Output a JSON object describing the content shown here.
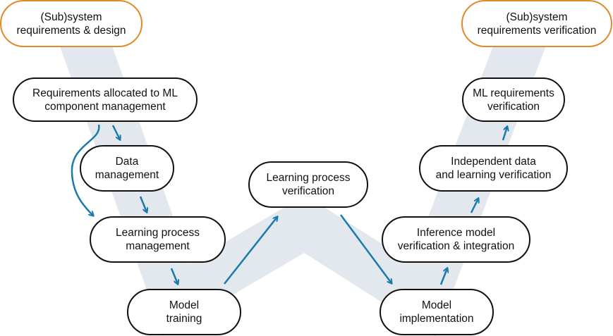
{
  "colors": {
    "band": "#e3e8ef",
    "arrow": "#1a7aab",
    "system_border": "#e08a2a",
    "node_border": "#111111"
  },
  "nodes": [
    {
      "id": "sys-design",
      "label": "(Sub)system\nrequirements & design",
      "kind": "system"
    },
    {
      "id": "req-ml",
      "label": "Requirements allocated to ML\ncomponent management",
      "kind": "step"
    },
    {
      "id": "data-mgmt",
      "label": "Data\nmanagement",
      "kind": "step"
    },
    {
      "id": "learn-mgmt",
      "label": "Learning process\nmanagement",
      "kind": "step"
    },
    {
      "id": "model-train",
      "label": "Model\ntraining",
      "kind": "step"
    },
    {
      "id": "learn-verif",
      "label": "Learning process\nverification",
      "kind": "step"
    },
    {
      "id": "model-impl",
      "label": "Model\nimplementation",
      "kind": "step"
    },
    {
      "id": "infer-verif",
      "label": "Inference model\nverification & integration",
      "kind": "step"
    },
    {
      "id": "indep-verif",
      "label": "Independent data\nand learning verification",
      "kind": "step"
    },
    {
      "id": "ml-req-verif",
      "label": "ML requirements\nverification",
      "kind": "step"
    },
    {
      "id": "sys-verif",
      "label": "(Sub)system\nrequirements verification",
      "kind": "system"
    }
  ],
  "edges": [
    {
      "from": "req-ml",
      "to": "data-mgmt"
    },
    {
      "from": "req-ml",
      "to": "learn-mgmt"
    },
    {
      "from": "data-mgmt",
      "to": "learn-mgmt"
    },
    {
      "from": "learn-mgmt",
      "to": "model-train"
    },
    {
      "from": "model-train",
      "to": "learn-verif"
    },
    {
      "from": "learn-verif",
      "to": "model-impl"
    },
    {
      "from": "model-impl",
      "to": "infer-verif"
    },
    {
      "from": "infer-verif",
      "to": "indep-verif"
    },
    {
      "from": "indep-verif",
      "to": "ml-req-verif"
    }
  ]
}
